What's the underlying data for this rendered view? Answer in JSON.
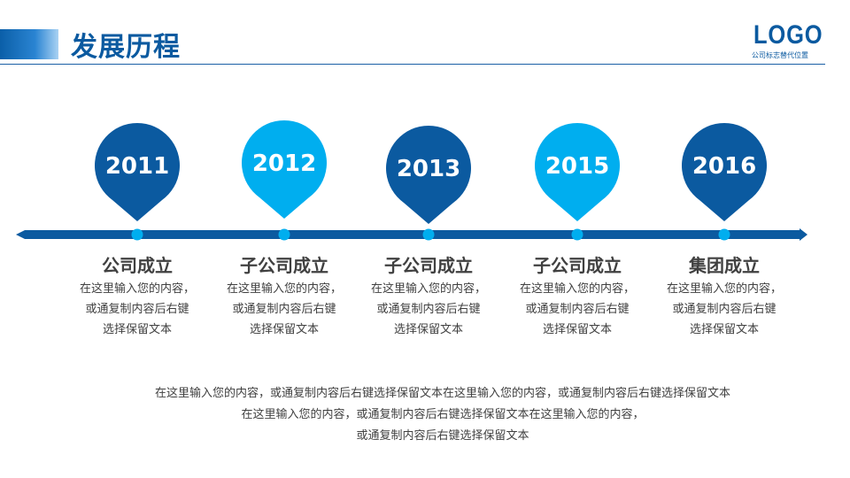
{
  "header": {
    "title": "发展历程",
    "logo": "LOGO",
    "logo_sub": "公司标志替代位置"
  },
  "colors": {
    "dark_blue": "#0b5aa0",
    "light_blue": "#00aeef",
    "text": "#404040"
  },
  "milestones": [
    {
      "year": "2011",
      "title": "公司成立",
      "desc": [
        "在这里输入您的内容，",
        "或通复制内容后右键",
        "选择保留文本"
      ],
      "color": "#0b5aa0"
    },
    {
      "year": "2012",
      "title": "子公司成立",
      "desc": [
        "在这里输入您的内容，",
        "或通复制内容后右键",
        "选择保留文本"
      ],
      "color": "#00aeef"
    },
    {
      "year": "2013",
      "title": "子公司成立",
      "desc": [
        "在这里输入您的内容，",
        "或通复制内容后右键",
        "选择保留文本"
      ],
      "color": "#0b5aa0"
    },
    {
      "year": "2015",
      "title": "子公司成立",
      "desc": [
        "在这里输入您的内容，",
        "或通复制内容后右键",
        "选择保留文本"
      ],
      "color": "#00aeef"
    },
    {
      "year": "2016",
      "title": "集团成立",
      "desc": [
        "在这里输入您的内容，",
        "或通复制内容后右键",
        "选择保留文本"
      ],
      "color": "#0b5aa0"
    }
  ],
  "footer": [
    "在这里输入您的内容，或通复制内容后右键选择保留文本在这里输入您的内容，或通复制内容后右键选择保留文本",
    "在这里输入您的内容，或通复制内容后右键选择保留文本在这里输入您的内容，",
    "或通复制内容后右键选择保留文本"
  ]
}
